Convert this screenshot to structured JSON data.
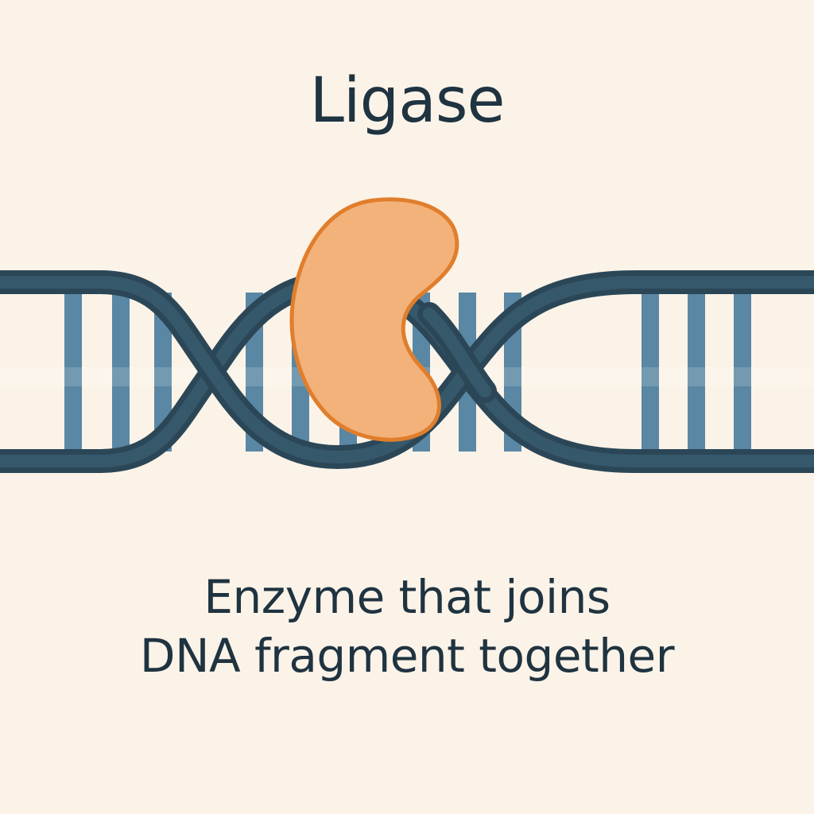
{
  "colors": {
    "background": "#fbf3e8",
    "text": "#1f3340",
    "backbone": "#36586b",
    "backbone_dark": "#2b4757",
    "base_pair": "#5a87a4",
    "enzyme_fill": "#f3b27a",
    "enzyme_outline": "#e07e2c"
  },
  "title": "Ligase",
  "caption": {
    "line1": "Enzyme that joins",
    "line2": "DNA fragment together"
  },
  "diagram": {
    "dna_icon": "dna-double-helix-icon",
    "enzyme_icon": "ligase-enzyme-icon"
  }
}
